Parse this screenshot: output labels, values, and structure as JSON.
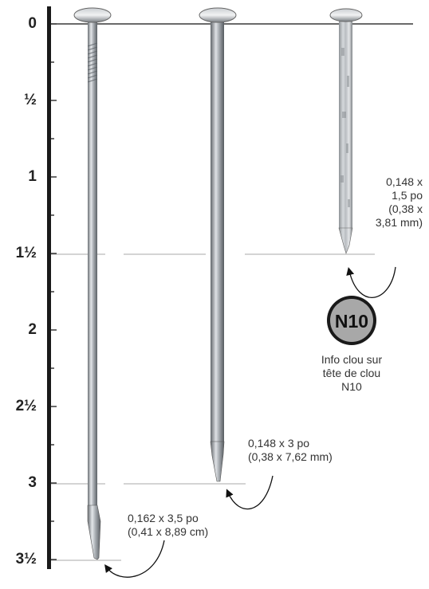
{
  "ruler": {
    "labels": [
      "0",
      "½",
      "1",
      "1½",
      "2",
      "2½",
      "3",
      "3½"
    ]
  },
  "nails": [
    {
      "size_line1": "0,162 x 3,5 po",
      "size_line2": "(0,41 x 8,89 cm)"
    },
    {
      "size_line1": "0,148 x 3 po",
      "size_line2": "(0,38 x 7,62 mm)"
    },
    {
      "size_lines": [
        "0,148 x",
        "1,5 po",
        "(0,38 x",
        "3,81 mm)"
      ]
    }
  ],
  "badge": {
    "code": "N10",
    "caption_lines": [
      "Info clou sur",
      "tête de clou",
      "N10"
    ]
  },
  "colors": {
    "ruler": "#1a1a1a",
    "nail_steel": "#9aa0a6",
    "galvanized": "#b8bcc0",
    "badge_fill": "#a8a8a8"
  }
}
